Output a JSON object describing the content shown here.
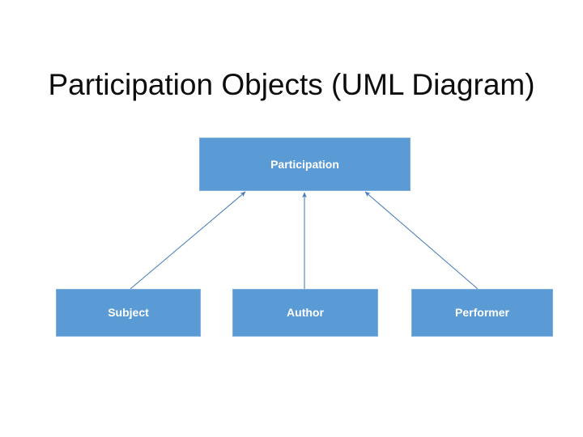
{
  "slide": {
    "title": "Participation Objects (UML Diagram)",
    "background_color": "#FFFFFF",
    "title_color": "#0D0D0D"
  },
  "diagram": {
    "type": "uml-class-diagram",
    "node_fill_color": "#5B9BD5",
    "node_border_color": "#7FAFDC",
    "node_text_color": "#FFFFFF",
    "connector_color": "#4A7EBB",
    "parent": {
      "label": "Participation"
    },
    "children": [
      {
        "label": "Subject"
      },
      {
        "label": "Author"
      },
      {
        "label": "Performer"
      }
    ],
    "connectors": [
      {
        "from": "Subject",
        "to": "Participation",
        "style": "arrow-up-diagonal"
      },
      {
        "from": "Author",
        "to": "Participation",
        "style": "arrow-up-vertical"
      },
      {
        "from": "Performer",
        "to": "Participation",
        "style": "arrow-up-diagonal"
      }
    ]
  }
}
